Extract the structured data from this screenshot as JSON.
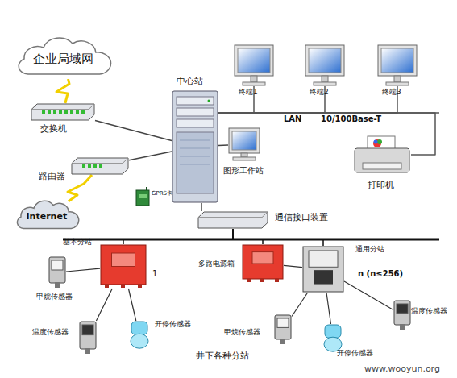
{
  "diagram": {
    "nodes": [
      {
        "text": [
          "企业局域网"
        ]
      },
      {
        "text": [
          "中心站"
        ]
      },
      {
        "text": [
          "终端1"
        ]
      },
      {
        "text": [
          "终端2"
        ]
      },
      {
        "text": [
          "终端3"
        ]
      },
      {
        "text": [
          "交换机"
        ]
      },
      {
        "text": [
          "图形工作站"
        ]
      },
      {
        "text": [
          "打印机"
        ]
      },
      {
        "text": [
          "路由器"
        ]
      },
      {
        "text": [
          "GPRS卡"
        ]
      },
      {
        "text": [
          "internet"
        ]
      },
      {
        "text": [
          "通信接口装置"
        ]
      },
      {
        "text": [
          "基本分站"
        ]
      },
      {
        "text": [
          "多路电源箱"
        ]
      },
      {
        "text": [
          "通用分站"
        ]
      },
      {
        "text": [
          "甲烷传感器"
        ]
      },
      {
        "text": [
          "温度传感器"
        ]
      },
      {
        "text": [
          "开停传感器"
        ]
      },
      {
        "text": [
          "甲烷传感器"
        ]
      },
      {
        "text": [
          "开停传感器"
        ]
      },
      {
        "text": [
          "温度传感器"
        ]
      }
    ],
    "edges": [
      {
        "from": 0,
        "to": 5,
        "arrow": "none"
      },
      {
        "from": 5,
        "to": 1,
        "arrow": "none"
      },
      {
        "from": 1,
        "to": 2,
        "arrow": "none"
      },
      {
        "from": 1,
        "to": 3,
        "arrow": "none"
      },
      {
        "from": 1,
        "to": 4,
        "arrow": "none"
      },
      {
        "from": 1,
        "to": 7,
        "arrow": "none"
      },
      {
        "from": 1,
        "to": 6,
        "arrow": "none"
      },
      {
        "from": 1,
        "to": 8,
        "arrow": "none"
      },
      {
        "from": 8,
        "to": 10,
        "arrow": "none"
      },
      {
        "from": 1,
        "to": 11,
        "arrow": "none"
      },
      {
        "from": 11,
        "to": 12,
        "arrow": "none"
      },
      {
        "from": 11,
        "to": 13,
        "arrow": "none"
      },
      {
        "from": 11,
        "to": 14,
        "arrow": "none"
      },
      {
        "from": 13,
        "to": 14,
        "arrow": "none"
      },
      {
        "from": 12,
        "to": 15,
        "arrow": "none"
      },
      {
        "from": 12,
        "to": 16,
        "arrow": "none"
      },
      {
        "from": 12,
        "to": 17,
        "arrow": "none"
      },
      {
        "from": 14,
        "to": 18,
        "arrow": "none"
      },
      {
        "from": 14,
        "to": 19,
        "arrow": "none"
      },
      {
        "from": 14,
        "to": 20,
        "arrow": "none"
      }
    ],
    "labels": [
      "LAN",
      "10/100Base-T",
      "1",
      "n (n≤256)",
      "井下各种分站",
      "www.wooyun.org"
    ]
  }
}
